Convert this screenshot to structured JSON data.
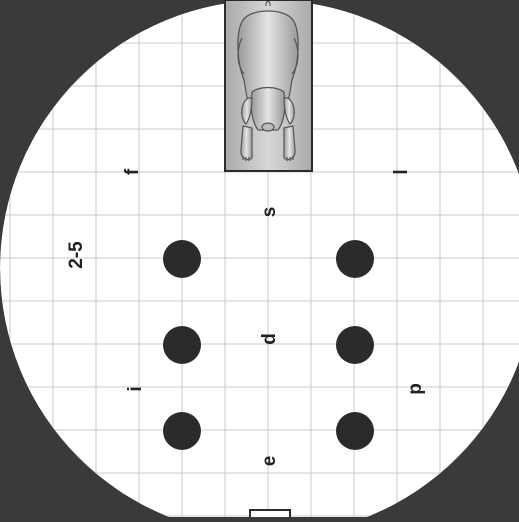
{
  "diagram": {
    "colors": {
      "background": "#3a3a3a",
      "arena": "#ffffff",
      "grid": "#c8c8c8",
      "well": "#2b2b2b",
      "label": "#222222",
      "animal": "#a8a8a8"
    },
    "labels": {
      "top_left": "f",
      "top_right": "l",
      "upper_center": "s",
      "left_series": "2-5",
      "center": "d",
      "lower_left": "i",
      "lower_right": "p",
      "bottom_center": "e"
    },
    "animal_icon": "dog-top-view-icon",
    "markers": {
      "wells": [
        "well-1",
        "well-2",
        "well-3",
        "well-4",
        "well-5",
        "well-6"
      ],
      "start_box": "start-box"
    }
  }
}
